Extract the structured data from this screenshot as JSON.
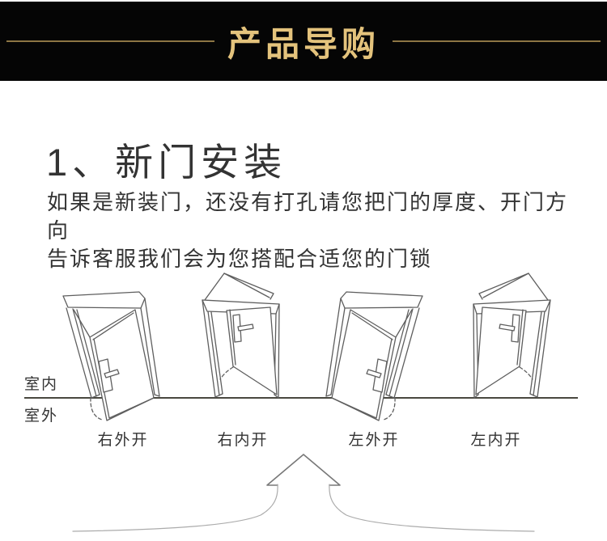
{
  "banner": {
    "title": "产品导购",
    "bg_color": "#050505",
    "text_color": "#e4c37c",
    "line_color": "#8d7544"
  },
  "section": {
    "heading": "1、新门安装",
    "body_line1": "如果是新装门，还没有打孔请您把门的厚度、开门方向",
    "body_line2": "告诉客服我们会为您搭配合适您的门锁"
  },
  "diagram": {
    "indoor_label": "室内",
    "outdoor_label": "室外",
    "wall_line_color": "#494840",
    "sketch_color": "#5e5e5e",
    "doors": [
      {
        "label": "右外开",
        "illustration": "door-right-outward-icon"
      },
      {
        "label": "右内开",
        "illustration": "door-right-inward-icon"
      },
      {
        "label": "左外开",
        "illustration": "door-left-outward-icon"
      },
      {
        "label": "左内开",
        "illustration": "door-left-inward-icon"
      }
    ],
    "up_arrow_icon": "curved-up-arrow"
  }
}
